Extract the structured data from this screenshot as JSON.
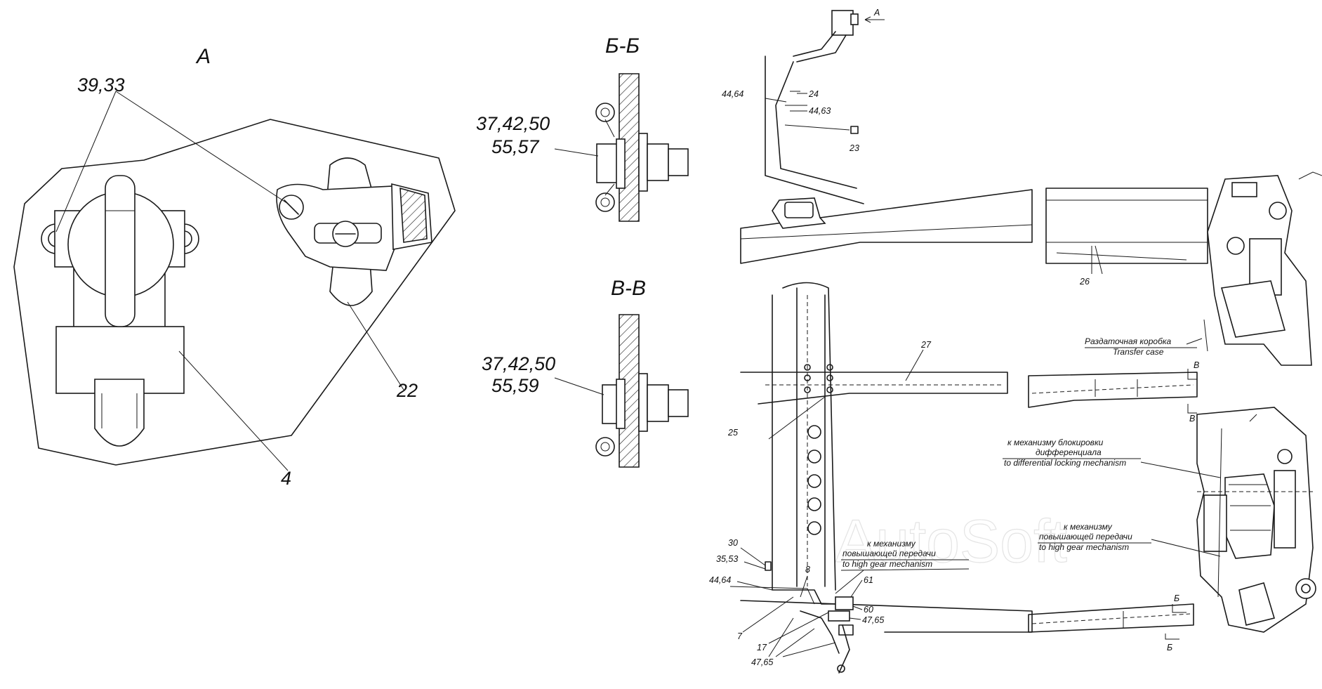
{
  "view_labels": {
    "view_a": "А",
    "section_bb": "Б-Б",
    "section_vv": "В-В"
  },
  "callouts_left": {
    "c_39_33": "39,33",
    "c_22": "22",
    "c_4": "4"
  },
  "callouts_sections": {
    "bb_line1": "37,42,50",
    "bb_line2": "55,57",
    "vv_line1": "37,42,50",
    "vv_line2": "55,59"
  },
  "callouts_right": {
    "arrow_a": "А",
    "c_44_64_top": "44,64",
    "c_24": "24",
    "c_44_63": "44,63",
    "c_23": "23",
    "c_26": "26",
    "c_27": "27",
    "c_25": "25",
    "c_30": "30",
    "c_35_53": "35,53",
    "c_44_64_bottom": "44,64",
    "c_8": "8",
    "c_61": "61",
    "c_60": "60",
    "c_47_65_a": "47,65",
    "c_7": "7",
    "c_17": "17",
    "c_47_65_b": "47,65",
    "mark_v_top": "В",
    "mark_v_bottom": "В",
    "mark_b_top": "Б",
    "mark_b_bottom": "Б"
  },
  "notes": {
    "transfer_ru": "Раздаточная коробка",
    "transfer_en": "Transfer case",
    "diff_ru_1": "к механизму блокировки",
    "diff_ru_2": "дифференциала",
    "diff_en": "to differential locking mechanism",
    "high_ru_1": "к механизму",
    "high_ru_2": "повышающей передачи",
    "high_en": "to high gear mechanism",
    "high2_ru_1": "к механизму",
    "high2_ru_2": "повышающей передачи",
    "high2_en": "to high gear mechanism"
  },
  "watermark": "AutoSoft"
}
